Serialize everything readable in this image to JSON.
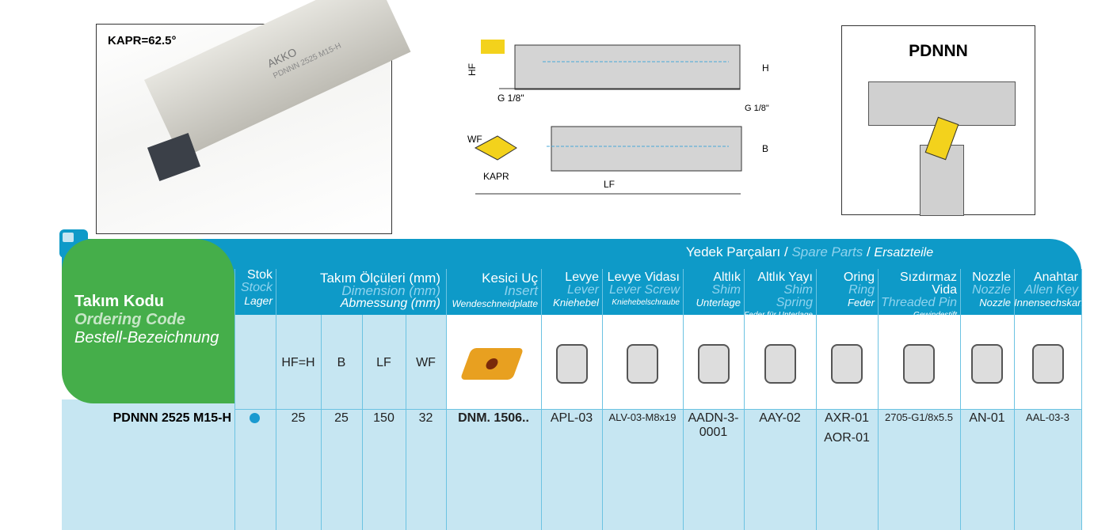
{
  "photo": {
    "kapr": "KAPR=62.5°",
    "brand": "AKKO",
    "engraving": "PDNNN 2525 M15-H"
  },
  "diagram": {
    "labels": [
      "HF",
      "H",
      "G 1/8\"",
      "G 1/8\"",
      "WF",
      "B",
      "KAPR",
      "LF"
    ]
  },
  "pd_box": {
    "title": "PDNNN"
  },
  "header": {
    "spare_tr": "Yedek Parçaları",
    "spare_en": "Spare Parts",
    "spare_de": "Ersatzteile",
    "sep": "/",
    "code": {
      "tr": "Takım Kodu",
      "en": "Ordering Code",
      "de": "Bestell-Bezeichnung"
    },
    "stock": {
      "tr": "Stok",
      "en": "Stock",
      "de": "Lager"
    },
    "dim": {
      "tr": "Takım Ölçüleri (mm)",
      "en": "Dimension (mm)",
      "de": "Abmessung (mm)",
      "cols": [
        "HF=H",
        "B",
        "LF",
        "WF"
      ]
    },
    "insert": {
      "tr": "Kesici Uç",
      "en": "Insert",
      "de": "Wendeschneidplatte"
    },
    "parts": [
      {
        "tr": "Levye",
        "en": "Lever",
        "de": "Kniehebel"
      },
      {
        "tr": "Levye Vidası",
        "en": "Lever Screw",
        "de": "Kniehebelschraube"
      },
      {
        "tr": "Altlık",
        "en": "Shim",
        "de": "Unterlage"
      },
      {
        "tr": "Altlık Yayı",
        "en": "Shim Spring",
        "de": "Feder für Unterlage"
      },
      {
        "tr": "Oring",
        "en": "Ring",
        "de": "Feder"
      },
      {
        "tr": "Sızdırmaz Vida",
        "en": "Threaded Pin",
        "de": "Gewindestift"
      },
      {
        "tr": "Nozzle",
        "en": "Nozzle",
        "de": "Nozzle"
      },
      {
        "tr": "Anahtar",
        "en": "Allen Key",
        "de": "Innensechskantschlüssel"
      }
    ]
  },
  "row": {
    "code": "PDNNN 2525 M15-H",
    "stock": "in-stock",
    "hf": "25",
    "b": "25",
    "lf": "150",
    "wf": "32",
    "insert": "DNM. 1506..",
    "parts": [
      "APL-03",
      "ALV-03-M8x19",
      "AADN-3-0001",
      "AAY-02",
      "AXR-01",
      "2705-G1/8x5.5",
      "AN-01",
      "AAL-03-3"
    ],
    "oring2": "AOR-01"
  },
  "colors": {
    "band": "#0e9ac8",
    "green": "#45ae4a",
    "light": "#c6e6f2"
  }
}
